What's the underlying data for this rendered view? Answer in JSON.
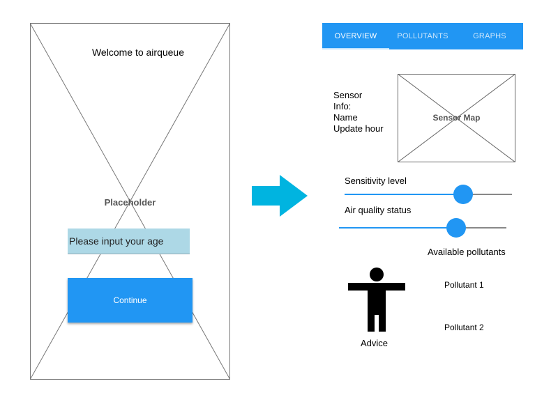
{
  "intro_screen": {
    "welcome_text": "Welcome to airqueue",
    "placeholder_label": "Placeholder",
    "age_input": {
      "placeholder": "Please input your age",
      "value": ""
    },
    "continue_label": "Continue"
  },
  "transition_icon": "right-arrow-icon",
  "overview_screen": {
    "tabs": [
      {
        "label": "OVERVIEW",
        "active": true
      },
      {
        "label": "POLLUTANTS",
        "active": false
      },
      {
        "label": "GRAPHS",
        "active": false
      }
    ],
    "sensor_info": {
      "line1": "Sensor",
      "line2": "Info:",
      "line3": "Name",
      "line4": "Update hour"
    },
    "sensor_map_label": "Sensor Map",
    "sensitivity": {
      "label": "Sensitivity level",
      "level": 0.71
    },
    "air_quality": {
      "label": "Air quality status",
      "level": 0.7
    },
    "available_pollutants_label": "Available pollutants",
    "pollutants": [
      "Pollutant 1",
      "Pollutant 2"
    ],
    "person_icon": "person-icon",
    "advice_label": "Advice"
  },
  "colors": {
    "primary": "#2196f3",
    "input_bg": "#add8e6",
    "arrow": "#00b4e0"
  }
}
